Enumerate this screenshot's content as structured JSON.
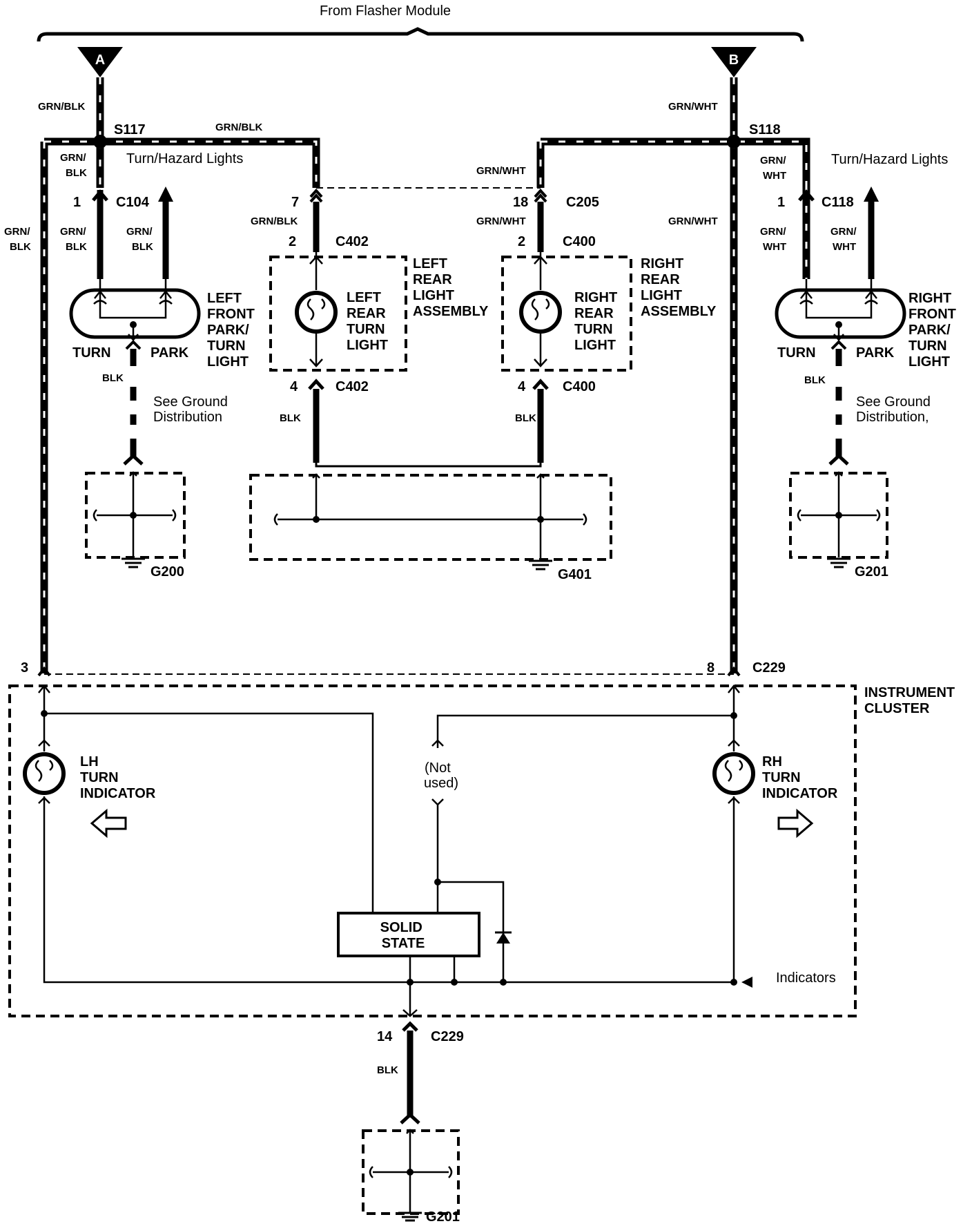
{
  "header": {
    "title": "From Flasher Module"
  },
  "terminals": {
    "a": "A",
    "b": "B"
  },
  "splices": {
    "left": "S117",
    "right": "S118"
  },
  "wires": {
    "grn_blk": "GRN/BLK",
    "grn_wht": "GRN/WHT",
    "grn": "GRN/",
    "blk": "BLK",
    "wht": "WHT"
  },
  "circuits": {
    "left": "Turn/Hazard Lights",
    "right": "Turn/Hazard Lights"
  },
  "connectors": {
    "c104": {
      "id": "C104",
      "pin": "1"
    },
    "c118": {
      "id": "C118",
      "pin": "1"
    },
    "c205": {
      "id": "C205",
      "pin_left": "7",
      "pin_right": "18"
    },
    "c402": {
      "id": "C402",
      "pin_top": "2",
      "pin_bottom": "4"
    },
    "c400": {
      "id": "C400",
      "pin_top": "2",
      "pin_bottom": "4"
    },
    "c229": {
      "id": "C229",
      "pin_left": "3",
      "pin_right": "8",
      "pin_bottom": "14"
    }
  },
  "components": {
    "lf_lamp": {
      "name": [
        "LEFT",
        "FRONT",
        "PARK/",
        "TURN",
        "LIGHT"
      ],
      "turn": "TURN",
      "park": "PARK"
    },
    "rf_lamp": {
      "name": [
        "RIGHT",
        "FRONT",
        "PARK/",
        "TURN",
        "LIGHT"
      ],
      "turn": "TURN",
      "park": "PARK"
    },
    "lr_assembly": {
      "name": [
        "LEFT",
        "REAR",
        "LIGHT",
        "ASSEMBLY"
      ],
      "lamp": [
        "LEFT",
        "REAR",
        "TURN",
        "LIGHT"
      ]
    },
    "rr_assembly": {
      "name": [
        "RIGHT",
        "REAR",
        "LIGHT",
        "ASSEMBLY"
      ],
      "lamp": [
        "RIGHT",
        "REAR",
        "TURN",
        "LIGHT"
      ]
    },
    "cluster": {
      "name": [
        "INSTRUMENT",
        "CLUSTER"
      ]
    },
    "lh_indicator": [
      "LH",
      "TURN",
      "INDICATOR"
    ],
    "rh_indicator": [
      "RH",
      "TURN",
      "INDICATOR"
    ],
    "not_used": [
      "(Not",
      "used)"
    ],
    "solid_state": [
      "SOLID",
      "STATE"
    ],
    "indicators": "Indicators"
  },
  "notes": {
    "ground_left": [
      "See Ground",
      "Distribution"
    ],
    "ground_right": [
      "See Ground",
      "Distribution,"
    ]
  },
  "grounds": {
    "g200": "G200",
    "g401": "G401",
    "g201_right": "G201",
    "g201_bottom": "G201"
  }
}
